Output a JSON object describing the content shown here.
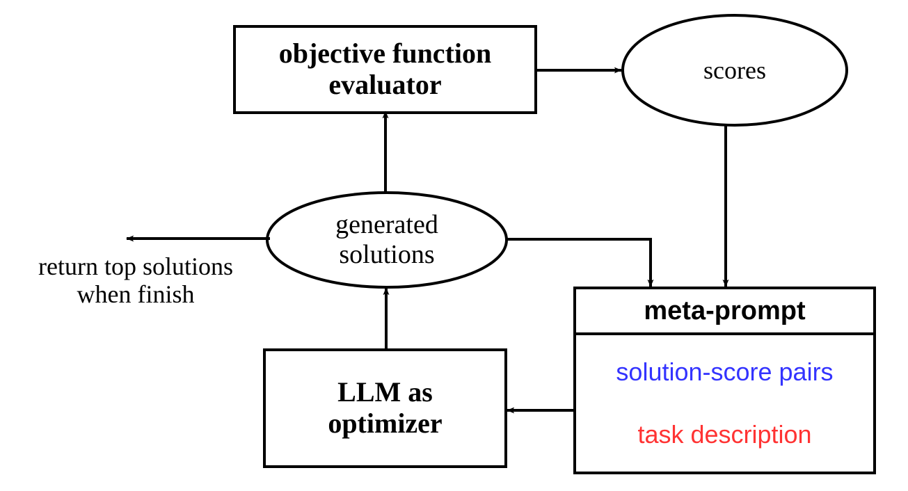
{
  "diagram": {
    "title": "LLM as optimizer meta-prompt loop",
    "background_color": "#ffffff",
    "stroke_color": "#000000",
    "nodes": {
      "evaluator": {
        "label": "objective function\nevaluator",
        "shape": "rectangle",
        "text_color": "#000000"
      },
      "scores": {
        "label": "scores",
        "shape": "ellipse",
        "text_color": "#000000"
      },
      "generated_solutions": {
        "label": "generated\nsolutions",
        "shape": "ellipse",
        "text_color": "#000000"
      },
      "return_note": {
        "label": "return top solutions\nwhen finish",
        "shape": "text",
        "text_color": "#000000"
      },
      "llm_optimizer": {
        "label": "LLM as\noptimizer",
        "shape": "rectangle",
        "text_color": "#000000"
      },
      "meta_prompt": {
        "title": "meta-prompt",
        "shape": "rectangle-with-header",
        "title_color": "#000000",
        "rows": [
          {
            "label": "solution-score pairs",
            "color": "#3333ff"
          },
          {
            "label": "task description",
            "color": "#ff3333"
          }
        ]
      }
    },
    "edges": [
      {
        "from": "evaluator",
        "to": "scores",
        "arrow": "single",
        "direction": "right"
      },
      {
        "from": "scores",
        "to": "meta_prompt",
        "arrow": "single",
        "direction": "down"
      },
      {
        "from": "generated_solutions",
        "to": "evaluator",
        "arrow": "single",
        "direction": "up"
      },
      {
        "from": "generated_solutions",
        "to": "meta_prompt",
        "arrow": "single",
        "direction": "right-then-down"
      },
      {
        "from": "generated_solutions",
        "to": "return_note",
        "arrow": "single",
        "direction": "left"
      },
      {
        "from": "meta_prompt",
        "to": "llm_optimizer",
        "arrow": "single",
        "direction": "left"
      },
      {
        "from": "llm_optimizer",
        "to": "generated_solutions",
        "arrow": "single",
        "direction": "up"
      }
    ]
  }
}
